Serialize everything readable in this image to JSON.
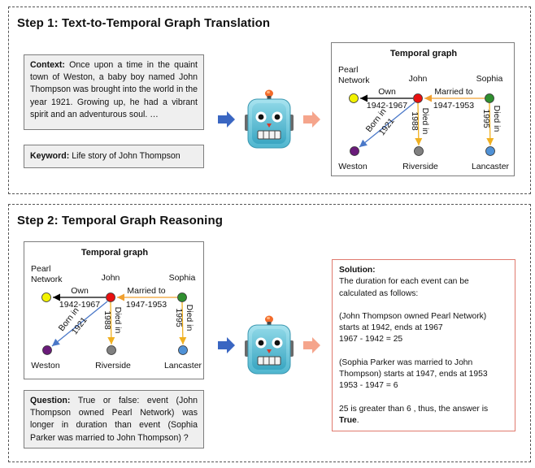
{
  "step1": {
    "title": "Step 1: Text-to-Temporal Graph Translation",
    "context_label": "Context:",
    "context_text": " Once upon a time in the quaint town of Weston, a baby boy named John Thompson was brought into the world in the year 1921. Growing up, he had a vibrant spirit and an adventurous soul. …",
    "keyword_label": "Keyword:",
    "keyword_text": " Life story of John Thompson"
  },
  "step2": {
    "title": "Step 2: Temporal Graph Reasoning",
    "question_label": "Question:",
    "question_text": " True or false: event (John Thompson owned Pearl Network) was longer in duration than event (Sophia Parker was married to John Thompson) ?",
    "solution": {
      "label": "Solution:",
      "lines": [
        "The duration for each event can be",
        "calculated as follows:",
        "",
        "(John Thompson owned Pearl Network)",
        "starts at 1942, ends at 1967",
        "1967 - 1942 = 25",
        "",
        "(Sophia Parker was married to John",
        "Thompson) starts at 1947, ends at 1953",
        "1953 - 1947 = 6",
        "",
        "25 is greater than 6 , thus, the answer is"
      ],
      "answer": "True",
      "answer_suffix": "."
    }
  },
  "graph": {
    "title": "Temporal graph",
    "nodes": {
      "pearl_line1": "Pearl",
      "pearl_line2": "Network",
      "john": "John",
      "sophia": "Sophia",
      "weston": "Weston",
      "riverside": "Riverside",
      "lancaster": "Lancaster"
    },
    "edges": {
      "own_label": "Own",
      "own_time": "1942-1967",
      "married_label": "Married to",
      "married_time": "1947-1953",
      "born_label": "Born in",
      "born_time": "1921",
      "john_died_label": "Died in",
      "john_died_time": "1988",
      "sophia_died_label": "Died in",
      "sophia_died_time": "1995"
    },
    "colors": {
      "pearl": "#f2f200",
      "john": "#e81010",
      "sophia": "#2f8f2f",
      "weston": "#6a1b7a",
      "riverside": "#808080",
      "lancaster": "#4f91d6",
      "own_edge": "#000000",
      "married_edge": "#f0a030",
      "born_edge": "#4a78c8",
      "died_edge": "#f0b020"
    }
  },
  "icons": {
    "robot": "robot-face-icon",
    "arrow_in": "blue-right-arrow-icon",
    "arrow_out": "salmon-right-arrow-icon"
  }
}
